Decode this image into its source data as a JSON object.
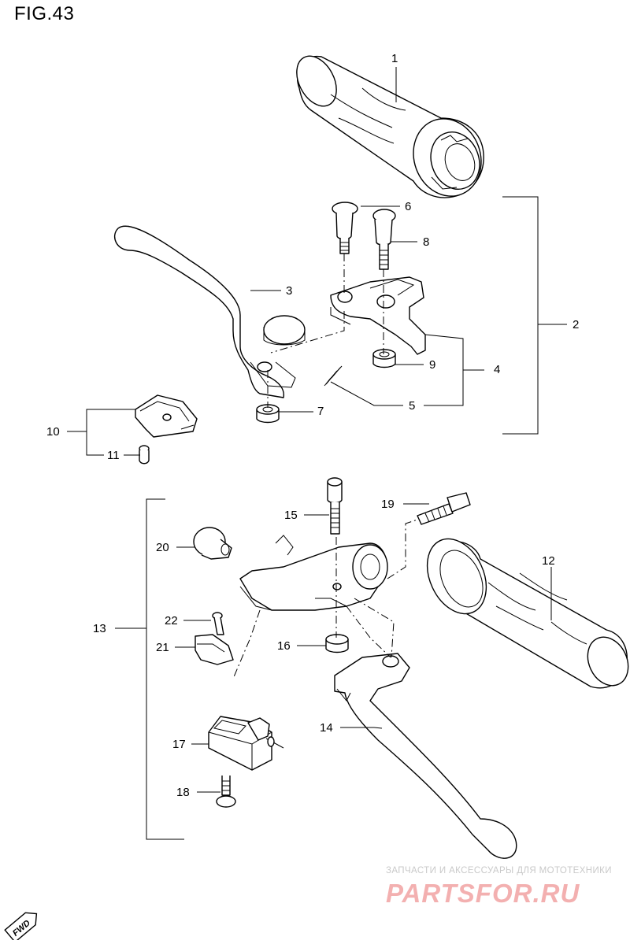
{
  "figure": {
    "title": "FIG.43"
  },
  "callouts": {
    "c1": "1",
    "c2": "2",
    "c3": "3",
    "c4": "4",
    "c5": "5",
    "c6": "6",
    "c7": "7",
    "c8": "8",
    "c9": "9",
    "c10": "10",
    "c11": "11",
    "c12": "12",
    "c13": "13",
    "c14": "14",
    "c15": "15",
    "c16": "16",
    "c17": "17",
    "c18": "18",
    "c19": "19",
    "c20": "20",
    "c21": "21",
    "c22": "22"
  },
  "watermark": {
    "line1": "ЗАПЧАСТИ И АКСЕССУАРЫ ДЛЯ МОТОТЕХНИКИ",
    "line2": "PARTSFOR.RU"
  },
  "fwd_badge": "FWD"
}
